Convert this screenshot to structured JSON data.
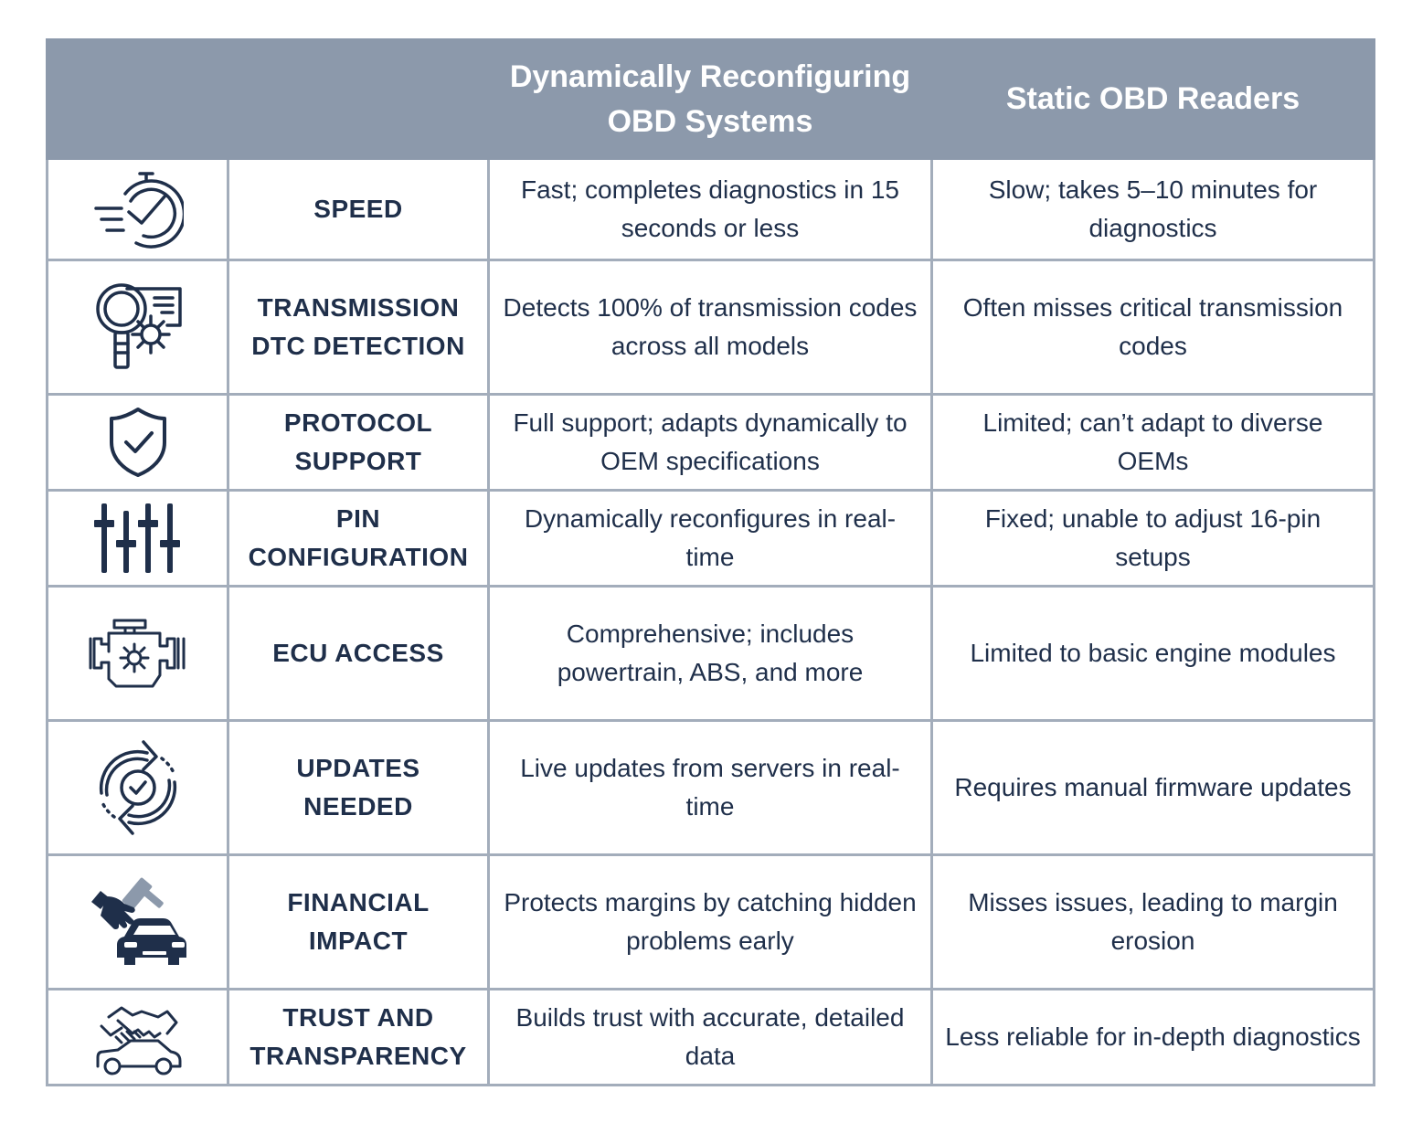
{
  "table": {
    "headers": [
      "",
      "",
      "Dynamically Reconfiguring OBD Systems",
      "Static OBD Readers"
    ],
    "rows": [
      {
        "icon": "stopwatch-check-icon",
        "feature": "SPEED",
        "dynamic": "Fast; completes diagnostics in 15 seconds or less",
        "static": "Slow; takes 5–10 minutes for diagnostics"
      },
      {
        "icon": "magnifier-gear-document-icon",
        "feature": "TRANSMISSION DTC DETECTION",
        "dynamic": "Detects 100% of transmission codes across all models",
        "static": "Often misses critical transmission codes"
      },
      {
        "icon": "shield-check-icon",
        "feature": "PROTOCOL SUPPORT",
        "dynamic": "Full support; adapts dynamically to OEM specifications",
        "static": "Limited; can’t adapt to diverse OEMs"
      },
      {
        "icon": "sliders-icon",
        "feature": "PIN CONFIGURATION",
        "dynamic": "Dynamically reconfigures in real-time",
        "static": "Fixed; unable to adjust 16-pin setups"
      },
      {
        "icon": "engine-gear-icon",
        "feature": "ECU ACCESS",
        "dynamic": "Comprehensive; includes powertrain, ABS, and more",
        "static": "Limited to basic engine modules"
      },
      {
        "icon": "refresh-check-icon",
        "feature": "UPDATES NEEDED",
        "dynamic": "Live updates from servers in real-time",
        "static": "Requires manual firmware updates"
      },
      {
        "icon": "gavel-car-icon",
        "feature": "FINANCIAL IMPACT",
        "dynamic": "Protects margins by catching hidden problems early",
        "static": "Misses issues, leading to margin erosion"
      },
      {
        "icon": "handshake-car-icon",
        "feature": "TRUST AND TRANSPARENCY",
        "dynamic": "Builds trust with accurate, detailed data",
        "static": "Less reliable for in-depth diagnostics"
      }
    ]
  },
  "colors": {
    "header_bg": "#8c99ab",
    "header_text": "#ffffff",
    "border": "#a3adbb",
    "text": "#1f2f4a",
    "icon": "#1f2f4a"
  }
}
